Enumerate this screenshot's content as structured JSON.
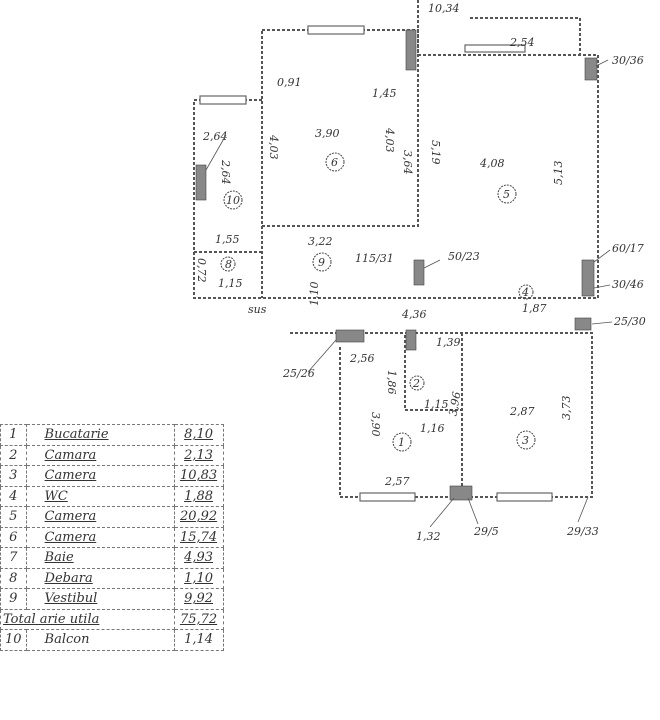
{
  "plan": {
    "rooms": [
      {
        "number": "6",
        "width": "3,90",
        "height_left": "4,03",
        "height_right": "4,03"
      },
      {
        "number": "5",
        "width": "4,08",
        "height_left": "5,19",
        "height_right": "5,13"
      },
      {
        "number": "10",
        "label": "2,64"
      },
      {
        "number": "8",
        "label": "1,15",
        "side": "0,72"
      },
      {
        "number": "9",
        "label": "3,22"
      },
      {
        "number": "1",
        "width": "2,57",
        "height": "3,90",
        "top": "2,56"
      },
      {
        "number": "2",
        "label": "1,16",
        "side": "1,86",
        "inner": "1,15"
      },
      {
        "number": "3",
        "width": "2,87",
        "height_left": "3,96",
        "height_right": "3,73"
      },
      {
        "number": "4",
        "label": "1,87"
      }
    ],
    "dimensions": [
      "0,91",
      "1,55",
      "2,64",
      "3,64",
      "1,45",
      "115/31",
      "50/23",
      "30/36",
      "60/17",
      "30/46",
      "25/30",
      "25/26",
      "4,36",
      "1,10",
      "1,32",
      "29/5",
      "29/33",
      "1,39",
      "10,34",
      "2,54",
      "sus"
    ]
  },
  "table": {
    "rows": [
      {
        "n": "1",
        "name": "Bucatarie",
        "area": "8,10"
      },
      {
        "n": "2",
        "name": "Camara",
        "area": "2,13"
      },
      {
        "n": "3",
        "name": "Camera",
        "area": "10,83"
      },
      {
        "n": "4",
        "name": "WC",
        "area": "1,88"
      },
      {
        "n": "5",
        "name": "Camera",
        "area": "20,92"
      },
      {
        "n": "6",
        "name": "Camera",
        "area": "15,74"
      },
      {
        "n": "7",
        "name": "Baie",
        "area": "4,93"
      },
      {
        "n": "8",
        "name": "Debara",
        "area": "1,10"
      },
      {
        "n": "9",
        "name": "Vestibul",
        "area": "9,92"
      }
    ],
    "total_label": "Total arie utila",
    "total_area": "75,72",
    "balcony": {
      "n": "10",
      "name": "Balcon",
      "area": "1,14"
    }
  }
}
